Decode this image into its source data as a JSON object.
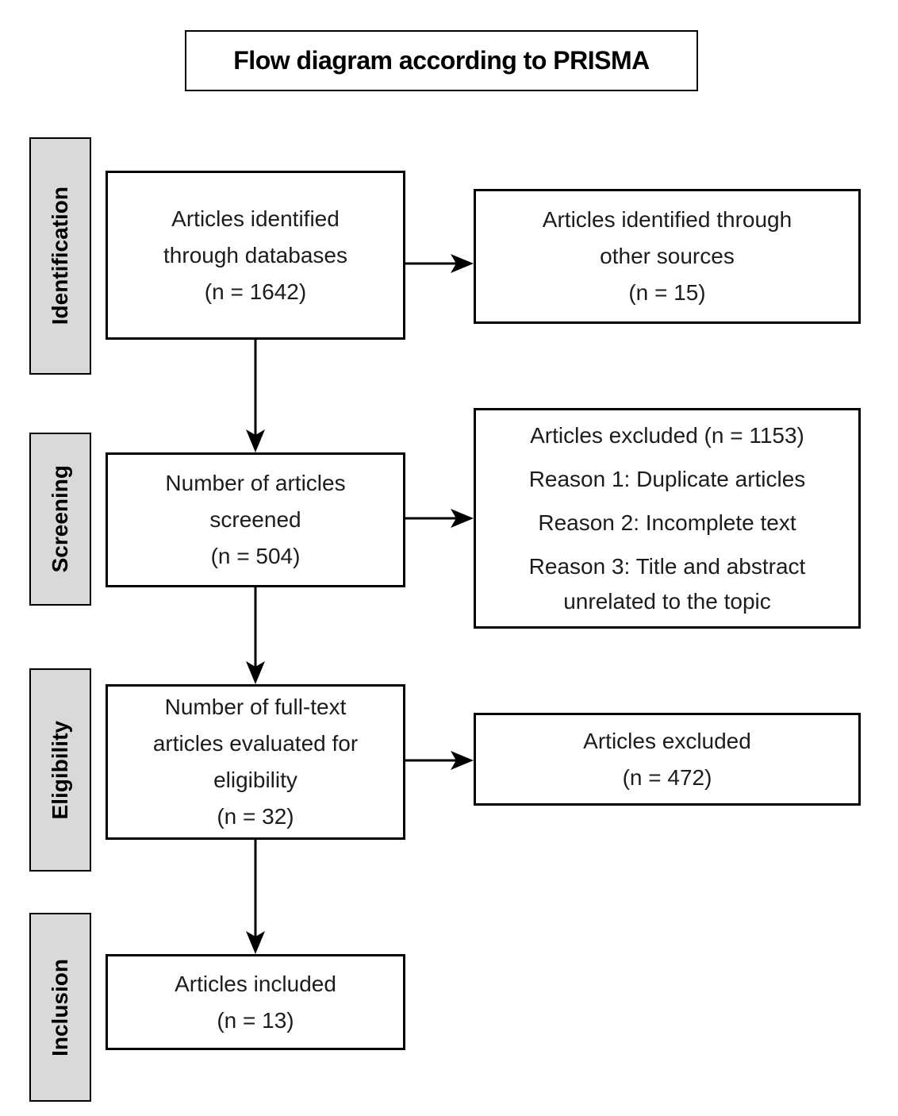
{
  "title": "Flow diagram according to PRISMA",
  "colors": {
    "border": "#000000",
    "text": "#1c1c1c",
    "stage_fill": "#d9d9d9",
    "background": "#ffffff"
  },
  "stages": [
    {
      "id": "identification",
      "label": "Identification"
    },
    {
      "id": "screening",
      "label": "Screening"
    },
    {
      "id": "eligibility",
      "label": "Eligibility"
    },
    {
      "id": "inclusion",
      "label": "Inclusion"
    }
  ],
  "boxes": {
    "identified_databases": {
      "lines": [
        "Articles identified",
        "through databases",
        "(n = 1642)"
      ]
    },
    "identified_other_sources": {
      "lines": [
        "Articles identified through",
        "other sources",
        "(n = 15)"
      ]
    },
    "articles_screened": {
      "lines": [
        "Number of articles",
        "screened",
        "(n = 504)"
      ]
    },
    "excluded_after_screening": {
      "lines": [
        "Articles excluded (n = 1153)",
        "Reason 1: Duplicate articles",
        "Reason 2: Incomplete text",
        "Reason 3: Title and abstract unrelated to the topic"
      ]
    },
    "fulltext_evaluated": {
      "lines": [
        "Number of full-text",
        "articles evaluated for",
        "eligibility",
        "(n = 32)"
      ]
    },
    "excluded_after_eligibility": {
      "lines": [
        "Articles excluded",
        "(n = 472)"
      ]
    },
    "articles_included": {
      "lines": [
        "Articles included",
        "(n = 13)"
      ]
    }
  }
}
